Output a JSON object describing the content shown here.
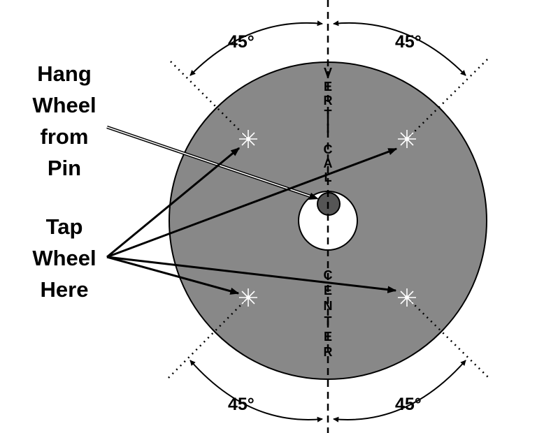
{
  "labels": {
    "hang": [
      "Hang",
      "Wheel",
      "from",
      "Pin"
    ],
    "tap": [
      "Tap",
      "Wheel",
      "Here"
    ],
    "vertical": [
      "V",
      "E",
      "R",
      "T",
      "I",
      "C",
      "A",
      "L"
    ],
    "center": [
      "C",
      "E",
      "N",
      "T",
      "E",
      "R"
    ],
    "angle_top_left": "45°",
    "angle_top_right": "45°",
    "angle_bottom_left": "45°",
    "angle_bottom_right": "45°"
  },
  "colors": {
    "wheel": "#888888",
    "pin": "#555555",
    "hole": "#ffffff",
    "stroke": "#000000"
  }
}
